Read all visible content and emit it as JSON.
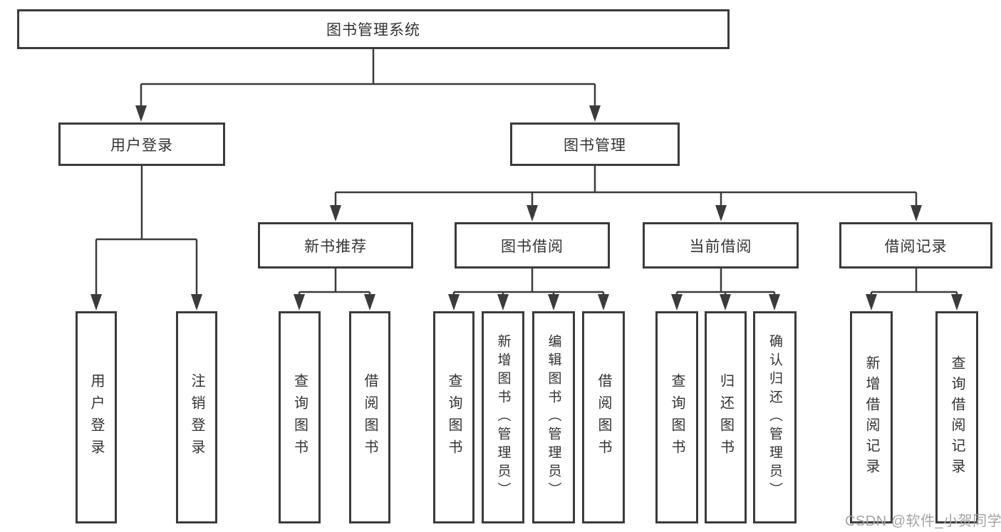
{
  "diagram": {
    "type": "tree",
    "title": "图书管理系统",
    "colors": {
      "line": "#3b3b3b",
      "box_border": "#3b3b3b",
      "text": "#333333",
      "watermark": "#a3a3a3",
      "background": "#ffffff"
    },
    "tree": {
      "label": "图书管理系统",
      "children": [
        {
          "label": "用户登录",
          "children": [
            {
              "label": "用户登录"
            },
            {
              "label": "注销登录"
            }
          ]
        },
        {
          "label": "图书管理",
          "children": [
            {
              "label": "新书推荐",
              "children": [
                {
                  "label": "查询图书"
                },
                {
                  "label": "借阅图书"
                }
              ]
            },
            {
              "label": "图书借阅",
              "children": [
                {
                  "label": "查询图书"
                },
                {
                  "label": "新增图书（管理员）"
                },
                {
                  "label": "编辑图书（管理员）"
                },
                {
                  "label": "借阅图书"
                }
              ]
            },
            {
              "label": "当前借阅",
              "children": [
                {
                  "label": "查询图书"
                },
                {
                  "label": "归还图书"
                },
                {
                  "label": "确认归还（管理员）"
                }
              ]
            },
            {
              "label": "借阅记录",
              "children": [
                {
                  "label": "新增借阅记录"
                },
                {
                  "label": "查询借阅记录"
                }
              ]
            }
          ]
        }
      ]
    }
  },
  "watermark": {
    "text": "CSDN @软件_小贺同学"
  }
}
